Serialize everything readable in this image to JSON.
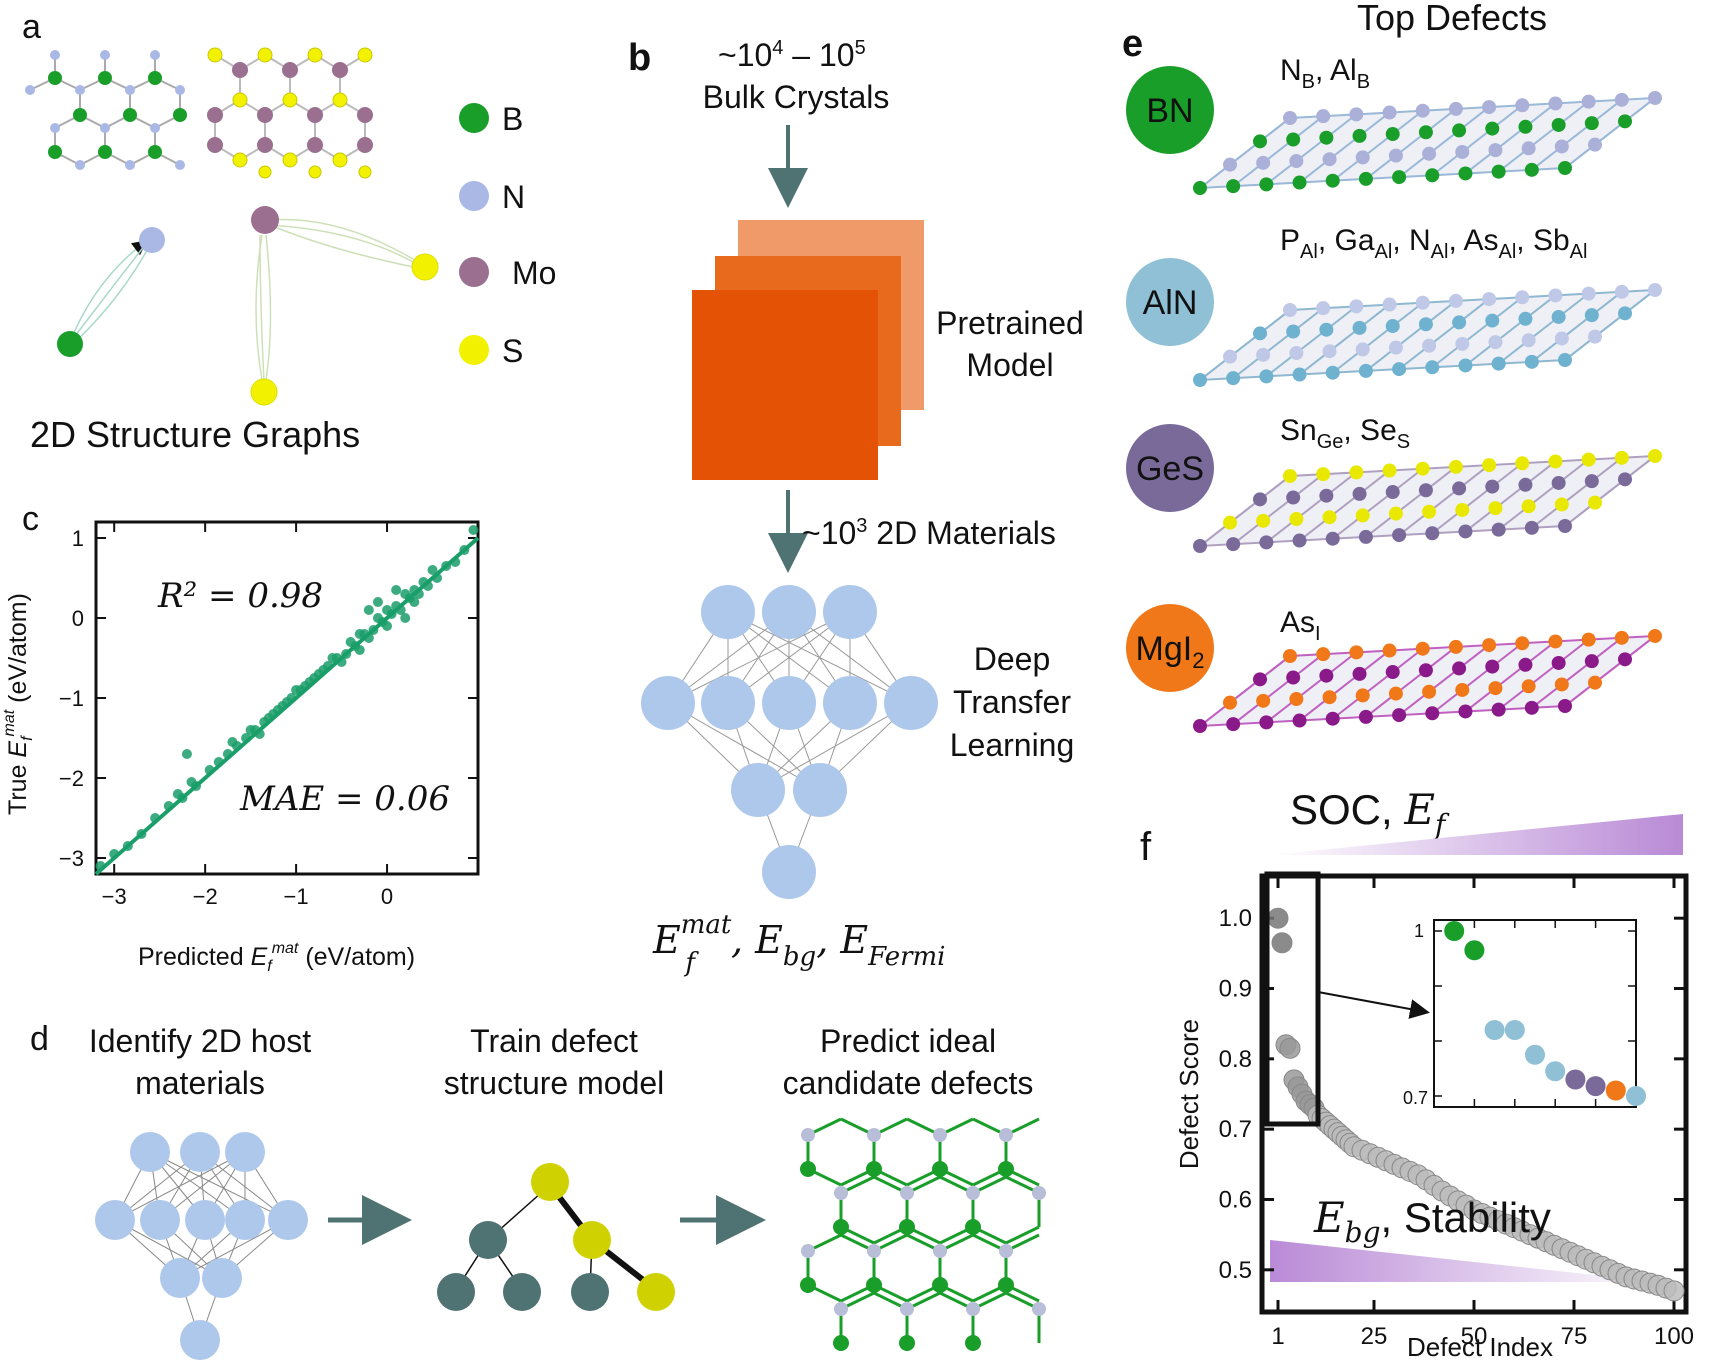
{
  "panels": {
    "a": "a",
    "b": "b",
    "c": "c",
    "d": "d",
    "e": "e",
    "f": "f"
  },
  "panel_a": {
    "legend": [
      {
        "element": "B",
        "color": "#1a9e2a"
      },
      {
        "element": "N",
        "color": "#aab8e6"
      },
      {
        "element": "Mo",
        "color": "#9a6f8f"
      },
      {
        "element": "S",
        "color": "#f2f200"
      }
    ],
    "title": "2D Structure Graphs"
  },
  "panel_b": {
    "bulk_count_prefix": "~10",
    "bulk_exp1": "4",
    "bulk_dash": " – 10",
    "bulk_exp2": "5",
    "bulk_label": "Bulk Crystals",
    "pretrained_line1": "Pretrained",
    "pretrained_line2": "Model",
    "mat2d_prefix": "~10",
    "mat2d_exp": "3",
    "mat2d_label": " 2D Materials",
    "dtl_line1": "Deep",
    "dtl_line2": "Transfer",
    "dtl_line3": "Learning",
    "out_E1": "E",
    "out_E1_sub": "f",
    "out_E1_sup": "mat",
    "out_E2": ", E",
    "out_E2_sub": "bg",
    "out_E3": ", E",
    "out_E3_sub": "Fermi",
    "colors": {
      "square_back": "#f09a6a",
      "square_mid": "#e86a1c",
      "square_front": "#e45205",
      "node": "#aec8ec"
    }
  },
  "panel_c": {
    "r2_label": "R² = 0.98",
    "mae_label": "MAE = 0.06",
    "xlabel_prefix": "Predicted ",
    "xlabel_E": "E",
    "xlabel_sub": "f",
    "xlabel_sup": "mat",
    "xlabel_unit": " (eV/atom)",
    "ylabel_prefix": "True ",
    "ylabel_E": "E",
    "ylabel_sub": "f",
    "ylabel_sup": "mat",
    "ylabel_unit": " (eV/atom)",
    "color": "#1a9e6a"
  },
  "panel_d": {
    "step1_line1": "Identify 2D host",
    "step1_line2": "materials",
    "step2_line1": "Train defect",
    "step2_line2": "structure model",
    "step3_line1": "Predict ideal",
    "step3_line2": "candidate defects"
  },
  "panel_e": {
    "title": "Top Defects",
    "rows": [
      {
        "host": "BN",
        "color": "#1a9e2a",
        "defects": [
          {
            "base": "N",
            "sub": "B"
          },
          {
            "base": "Al",
            "sub": "B"
          }
        ]
      },
      {
        "host": "AlN",
        "color": "#8fc0d6",
        "defects": [
          {
            "base": "P",
            "sub": "Al"
          },
          {
            "base": "Ga",
            "sub": "Al"
          },
          {
            "base": "N",
            "sub": "Al"
          },
          {
            "base": "As",
            "sub": "Al"
          },
          {
            "base": "Sb",
            "sub": "Al"
          }
        ]
      },
      {
        "host": "GeS",
        "color": "#7a6a9a",
        "defects": [
          {
            "base": "Sn",
            "sub": "Ge"
          },
          {
            "base": "Se",
            "sub": "S"
          }
        ]
      },
      {
        "host": "MgI",
        "host_sub": "2",
        "color": "#f07818",
        "defects": [
          {
            "base": "As",
            "sub": "I"
          }
        ]
      }
    ]
  },
  "panel_f": {
    "top_label_text": "SOC, ",
    "top_label_math": "E",
    "top_label_sub": "f",
    "bottom_label_math": "E",
    "bottom_label_sub": "bg",
    "bottom_label_text": ", Stability",
    "gradient_color": "#b98ad6",
    "inset_ticks": [
      "1",
      "0.7"
    ]
  },
  "chart_data": [
    {
      "type": "scatter",
      "panel": "c",
      "title": "",
      "xlabel": "Predicted Ef^mat (eV/atom)",
      "ylabel": "True Ef^mat (eV/atom)",
      "xlim": [
        -3.2,
        1.0
      ],
      "ylim": [
        -3.2,
        1.2
      ],
      "xticks": [
        -3,
        -2,
        -1,
        0
      ],
      "yticks": [
        1,
        0,
        -1,
        -2,
        -3
      ],
      "xtick_labels": [
        "−3",
        "−2",
        "−1",
        "0"
      ],
      "ytick_labels": [
        "1",
        "0",
        "−1",
        "−2",
        "−3"
      ],
      "annotations": [
        "R² = 0.98",
        "MAE = 0.06"
      ],
      "series": [
        {
          "x": [
            -3.15,
            -3.0,
            -2.85,
            -2.7,
            -2.55,
            -2.4,
            -2.25,
            -2.1,
            -1.95,
            -2.3,
            -2.15,
            -1.85,
            -1.75,
            -1.65,
            -1.55,
            -1.45,
            -1.35,
            -1.25,
            -1.15,
            -1.05,
            -0.95,
            -0.85,
            -0.75,
            -0.65,
            -0.55,
            -0.45,
            -0.35,
            -0.25,
            -0.15,
            -0.05,
            0.05,
            0.15,
            0.25,
            0.35,
            0.45,
            0.55,
            0.65,
            0.75,
            0.85,
            0.95,
            -1.5,
            -1.3,
            -1.1,
            -0.9,
            -0.7,
            -0.5,
            -0.3,
            -0.1,
            0.1,
            0.3,
            -1.4,
            -1.2,
            -1.0,
            -0.8,
            -0.6,
            -0.4,
            -0.2,
            0.0,
            0.2,
            0.4,
            -0.1,
            0.0,
            0.1,
            0.2,
            -0.3,
            -0.2,
            0.3,
            0.5,
            -2.2,
            -1.7
          ],
          "y": [
            -3.1,
            -2.95,
            -2.85,
            -2.7,
            -2.5,
            -2.35,
            -2.25,
            -2.1,
            -1.9,
            -2.2,
            -2.05,
            -1.8,
            -1.7,
            -1.6,
            -1.5,
            -1.4,
            -1.3,
            -1.2,
            -1.1,
            -1.0,
            -0.9,
            -0.8,
            -0.7,
            -0.6,
            -0.5,
            -0.45,
            -0.35,
            -0.2,
            -0.15,
            -0.05,
            0.05,
            0.1,
            0.25,
            0.3,
            0.4,
            0.5,
            0.65,
            0.7,
            0.85,
            1.1,
            -1.4,
            -1.25,
            -1.05,
            -0.85,
            -0.65,
            -0.55,
            -0.2,
            0.0,
            0.15,
            0.35,
            -1.45,
            -1.15,
            -0.9,
            -0.75,
            -0.5,
            -0.3,
            -0.25,
            0.1,
            0.3,
            0.45,
            0.2,
            -0.1,
            0.35,
            0.0,
            -0.4,
            0.1,
            0.2,
            0.6,
            -1.7,
            -1.55
          ]
        }
      ]
    },
    {
      "type": "scatter",
      "panel": "f",
      "title": "",
      "xlabel": "Defect Index",
      "ylabel": "Defect Score",
      "xlim": [
        -3,
        103
      ],
      "ylim": [
        0.44,
        1.06
      ],
      "xticks": [
        1,
        25,
        50,
        75,
        100
      ],
      "xtick_labels": [
        "1",
        "25",
        "50",
        "75",
        "100"
      ],
      "yticks": [
        1.0,
        0.9,
        0.8,
        0.7,
        0.6,
        0.5
      ],
      "ytick_labels": [
        "1.0",
        "0.9",
        "0.8",
        "0.7",
        "0.6",
        "0.5"
      ],
      "series": [
        {
          "name": "",
          "x": [
            1,
            2,
            3,
            4,
            5,
            6,
            7,
            8,
            9,
            10,
            11,
            12,
            13,
            14,
            15,
            16,
            17,
            18,
            19,
            20,
            22,
            24,
            26,
            28,
            30,
            32,
            34,
            36,
            38,
            40,
            42,
            44,
            46,
            48,
            50,
            52,
            54,
            56,
            58,
            60,
            62,
            64,
            66,
            68,
            70,
            72,
            74,
            76,
            78,
            80,
            82,
            84,
            86,
            88,
            90,
            92,
            94,
            96,
            98,
            100
          ],
          "y": [
            1.0,
            0.965,
            0.82,
            0.815,
            0.77,
            0.76,
            0.75,
            0.74,
            0.735,
            0.73,
            0.72,
            0.715,
            0.71,
            0.705,
            0.7,
            0.695,
            0.69,
            0.685,
            0.68,
            0.675,
            0.67,
            0.665,
            0.66,
            0.655,
            0.65,
            0.645,
            0.64,
            0.635,
            0.628,
            0.62,
            0.612,
            0.605,
            0.598,
            0.592,
            0.585,
            0.58,
            0.575,
            0.57,
            0.565,
            0.56,
            0.555,
            0.55,
            0.545,
            0.54,
            0.535,
            0.53,
            0.525,
            0.52,
            0.515,
            0.51,
            0.505,
            0.5,
            0.495,
            0.49,
            0.487,
            0.484,
            0.481,
            0.478,
            0.474,
            0.47
          ]
        }
      ],
      "inset": {
        "xlim": [
          0,
          10
        ],
        "ylim": [
          0.68,
          1.02
        ],
        "points": [
          {
            "x": 1,
            "y": 1.0,
            "color": "#1a9e2a"
          },
          {
            "x": 2,
            "y": 0.965,
            "color": "#1a9e2a"
          },
          {
            "x": 3,
            "y": 0.82,
            "color": "#8fc0d6"
          },
          {
            "x": 4,
            "y": 0.82,
            "color": "#8fc0d6"
          },
          {
            "x": 5,
            "y": 0.775,
            "color": "#8fc0d6"
          },
          {
            "x": 6,
            "y": 0.745,
            "color": "#8fc0d6"
          },
          {
            "x": 7,
            "y": 0.73,
            "color": "#7a6a9a"
          },
          {
            "x": 8,
            "y": 0.718,
            "color": "#7a6a9a"
          },
          {
            "x": 9,
            "y": 0.71,
            "color": "#f07818"
          },
          {
            "x": 10,
            "y": 0.7,
            "color": "#8fc0d6"
          }
        ]
      }
    }
  ]
}
